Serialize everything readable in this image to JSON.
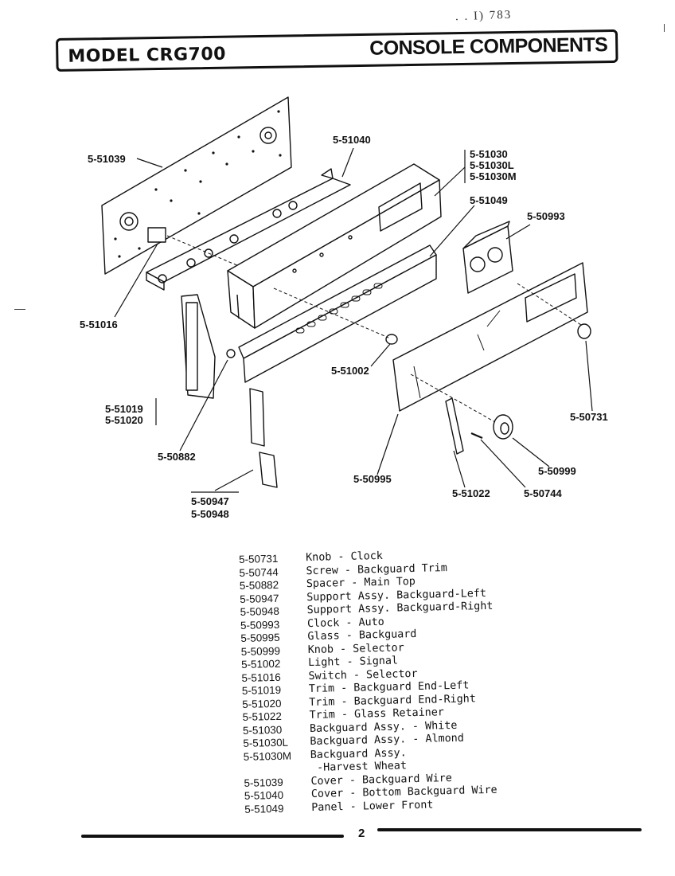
{
  "corner_note": ". . I) 783",
  "header": {
    "model_label": "MODEL CRG700",
    "section_title": "CONSOLE COMPONENTS"
  },
  "callouts": {
    "c51039": "5-51039",
    "c51040": "5-51040",
    "c51030": "5-51030",
    "c51030L": "5-51030L",
    "c51030M": "5-51030M",
    "c51049": "5-51049",
    "c50993": "5-50993",
    "c51016": "5-51016",
    "c51002": "5-51002",
    "c51019": "5-51019",
    "c51020": "5-51020",
    "c50882": "5-50882",
    "c50731": "5-50731",
    "c50999": "5-50999",
    "c50995": "5-50995",
    "c51022": "5-51022",
    "c50744": "5-50744",
    "c50947": "5-50947",
    "c50948": "5-50948"
  },
  "parts_list": [
    {
      "part": "5-50731",
      "desc": "Knob - Clock"
    },
    {
      "part": "5-50744",
      "desc": "Screw - Backguard Trim"
    },
    {
      "part": "5-50882",
      "desc": "Spacer - Main Top"
    },
    {
      "part": "5-50947",
      "desc": "Support Assy. Backguard-Left"
    },
    {
      "part": "5-50948",
      "desc": "Support Assy. Backguard-Right"
    },
    {
      "part": "5-50993",
      "desc": "Clock - Auto"
    },
    {
      "part": "5-50995",
      "desc": "Glass - Backguard"
    },
    {
      "part": "5-50999",
      "desc": "Knob - Selector"
    },
    {
      "part": "5-51002",
      "desc": "Light - Signal"
    },
    {
      "part": "5-51016",
      "desc": "Switch - Selector"
    },
    {
      "part": "5-51019",
      "desc": "Trim - Backguard End-Left"
    },
    {
      "part": "5-51020",
      "desc": "Trim - Backguard End-Right"
    },
    {
      "part": "5-51022",
      "desc": "Trim - Glass Retainer"
    },
    {
      "part": "5-51030",
      "desc": "Backguard Assy. - White"
    },
    {
      "part": "5-51030L",
      "desc": "Backguard Assy. - Almond"
    },
    {
      "part": "5-51030M",
      "desc": "Backguard Assy.",
      "desc2": "-Harvest Wheat"
    },
    {
      "part": "5-51039",
      "desc": "Cover - Backguard Wire"
    },
    {
      "part": "5-51040",
      "desc": "Cover - Bottom Backguard Wire"
    },
    {
      "part": "5-51049",
      "desc": "Panel - Lower Front"
    }
  ],
  "footer": {
    "page_number": "2"
  }
}
